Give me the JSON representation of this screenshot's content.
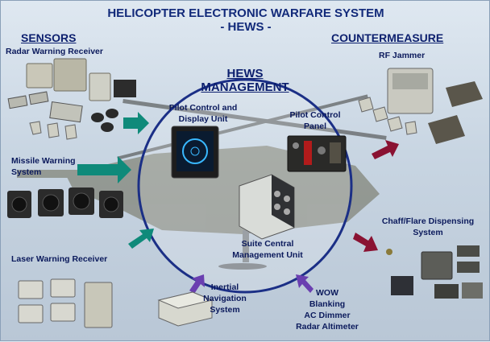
{
  "title": {
    "line1": "HELICOPTER ELECTRONIC WARFARE SYSTEM",
    "line2": "- HEWS -"
  },
  "sensors": {
    "heading": "SENSORS",
    "radar_warning": "Radar Warning Receiver",
    "missile_warning_1": "Missile Warning",
    "missile_warning_2": "System",
    "laser_warning": "Laser Warning Receiver"
  },
  "countermeasure": {
    "heading": "COUNTERMEASURE",
    "rf_jammer": "RF Jammer",
    "chaff_1": "Chaff/Flare Dispensing",
    "chaff_2": "System"
  },
  "management": {
    "heading_1": "HEWS",
    "heading_2": "MANAGEMENT",
    "pcdu_1": "Pilot Control and",
    "pcdu_2": "Display Unit",
    "pcp_1": "Pilot Control",
    "pcp_2": "Panel",
    "scmu_1": "Suite Central",
    "scmu_2": "Management Unit"
  },
  "inputs": {
    "ins_1": "Inertial",
    "ins_2": "Navigation",
    "ins_3": "System",
    "wow_1": "WOW",
    "wow_2": "Blanking",
    "wow_3": "AC Dimmer",
    "wow_4": "Radar Altimeter"
  },
  "colors": {
    "label": "#0b1a5c",
    "ring": "#1b2f86",
    "sensor_arrow": "#0f8a7a",
    "countermeasure_arrow": "#8a1232",
    "input_arrow": "#6a3fb0"
  }
}
